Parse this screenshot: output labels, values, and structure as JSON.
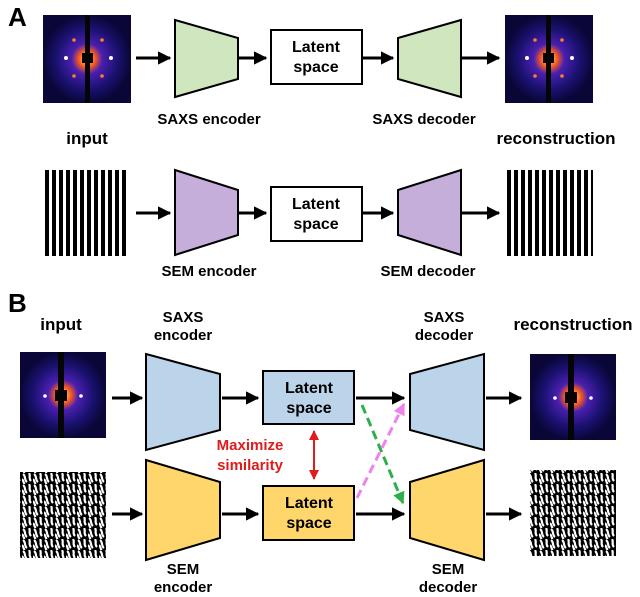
{
  "panel_a": {
    "label": "A",
    "saxs_row": {
      "input_label": "input",
      "encoder_label": "SAXS encoder",
      "latent_line1": "Latent",
      "latent_line2": "space",
      "decoder_label": "SAXS decoder",
      "output_label": "reconstruction"
    },
    "sem_row": {
      "encoder_label": "SEM encoder",
      "latent_line1": "Latent",
      "latent_line2": "space",
      "decoder_label": "SEM decoder"
    }
  },
  "panel_b": {
    "label": "B",
    "input_label": "input",
    "output_label": "reconstruction",
    "saxs_encoder_line1": "SAXS",
    "saxs_encoder_line2": "encoder",
    "saxs_decoder_line1": "SAXS",
    "saxs_decoder_line2": "decoder",
    "sem_encoder_line1": "SEM",
    "sem_encoder_line2": "encoder",
    "sem_decoder_line1": "SEM",
    "sem_decoder_line2": "decoder",
    "saxs_latent_line1": "Latent",
    "saxs_latent_line2": "space",
    "sem_latent_line1": "Latent",
    "sem_latent_line2": "space",
    "similarity_line1": "Maximize",
    "similarity_line2": "similarity"
  },
  "colors": {
    "saxs_coder_a": "#cfe6bf",
    "sem_coder_a": "#c5aed9",
    "saxs_coder_b": "#bcd4ea",
    "sem_coder_b": "#ffd66b",
    "saxs_latent_b": "#bcd4ea",
    "sem_latent_b": "#ffd66b",
    "similarity_text": "#e01b1b",
    "cross_arrow_green": "#2bb04a",
    "cross_arrow_pink": "#ee82ee"
  }
}
